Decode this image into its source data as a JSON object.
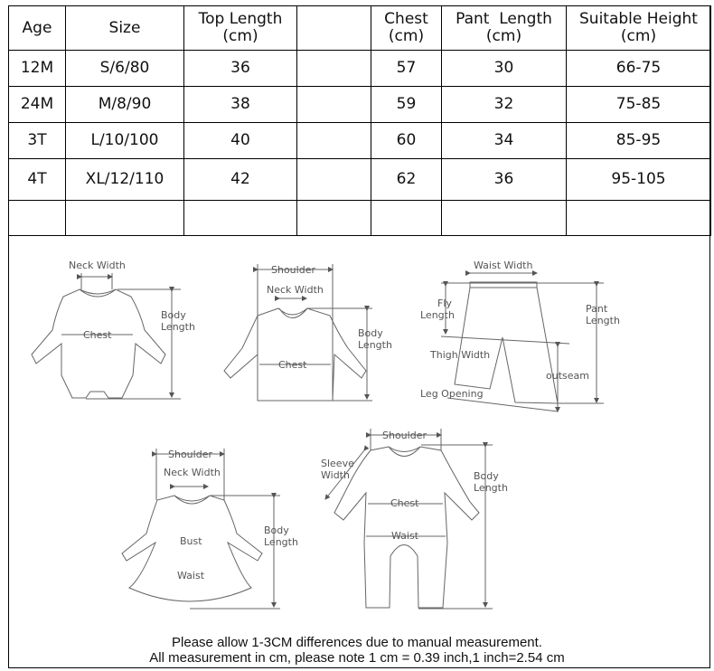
{
  "size_chart": {
    "headers": [
      "Age",
      "Size",
      "Top Length\n(cm)",
      "",
      "Chest\n(cm)",
      "Pant  Length\n(cm)",
      "Suitable Height\n(cm)"
    ],
    "header_lines": [
      [
        "Age"
      ],
      [
        "Size"
      ],
      [
        "Top Length",
        "(cm)"
      ],
      [
        ""
      ],
      [
        "Chest",
        "(cm)"
      ],
      [
        "Pant  Length",
        "(cm)"
      ],
      [
        "Suitable Height",
        "(cm)"
      ]
    ],
    "rows": [
      {
        "age": "12M",
        "size": "S/6/80",
        "top_length": "36",
        "blank": "",
        "chest": "57",
        "pant_length": "30",
        "suitable_height": "66-75"
      },
      {
        "age": "24M",
        "size": "M/8/90",
        "top_length": "38",
        "blank": "",
        "chest": "59",
        "pant_length": "32",
        "suitable_height": "75-85"
      },
      {
        "age": "3T",
        "size": "L/10/100",
        "top_length": "40",
        "blank": "",
        "chest": "60",
        "pant_length": "34",
        "suitable_height": "85-95"
      },
      {
        "age": "4T",
        "size": "XL/12/110",
        "top_length": "42",
        "blank": "",
        "chest": "62",
        "pant_length": "36",
        "suitable_height": "95-105"
      },
      {
        "age": "",
        "size": "",
        "top_length": "",
        "blank": "",
        "chest": "",
        "pant_length": "",
        "suitable_height": ""
      }
    ]
  },
  "diagrams": {
    "bodysuit": {
      "neck_width": "Neck Width",
      "chest": "Chest",
      "body": "Body",
      "length": "Length"
    },
    "shirt": {
      "shoulder": "Shoulder",
      "neck_width": "Neck Width",
      "chest": "Chest",
      "body": "Body",
      "length": "Length"
    },
    "pants": {
      "waist_width": "Waist Width",
      "fly": "Fly",
      "fly_length": "Length",
      "pant": "Pant",
      "pant_length": "Length",
      "thigh_width": "Thigh Width",
      "outseam": "outseam",
      "leg_opening": "Leg Opening"
    },
    "dress": {
      "shoulder": "Shoulder",
      "neck_width": "Neck Width",
      "bust": "Bust",
      "waist": "Waist",
      "body": "Body",
      "length": "Length"
    },
    "romper": {
      "shoulder": "Shoulder",
      "sleeve": "Sleeve",
      "sleeve_width": "Width",
      "chest": "Chest",
      "waist": "Waist",
      "body": "Body",
      "length": "Length"
    }
  },
  "notes": {
    "line1": "Please allow 1-3CM differences due to manual measurement.",
    "line2": "All measurement in cm, please note 1 cm = 0.39 inch,1 inch=2.54 cm"
  }
}
